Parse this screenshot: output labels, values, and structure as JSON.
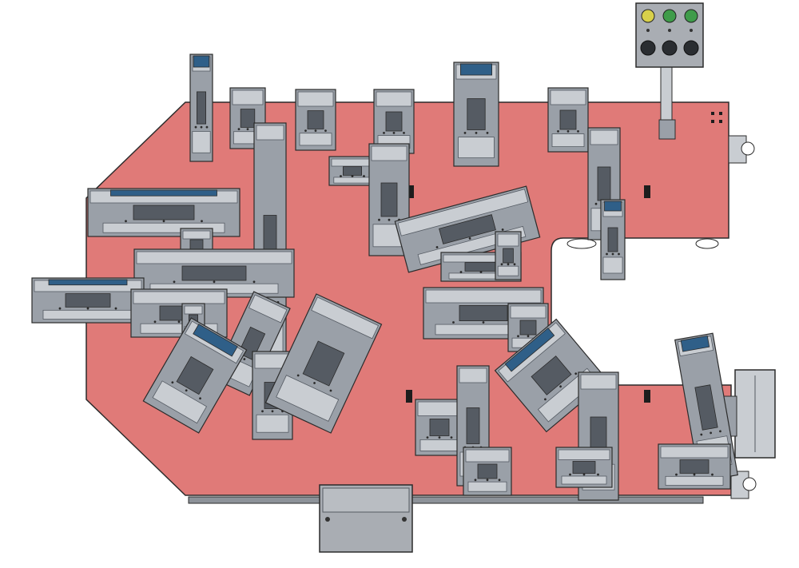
{
  "drawing": {
    "plate_label": "",
    "colors": {
      "plate": "#e07a78",
      "plate_edge": "#b85a58",
      "steel": "#9aa0a8",
      "steel_dark": "#555b63",
      "steel_light": "#c9cdd2",
      "clamp_blue": "#2f5f88",
      "lamp_yellow": "#d8d04a",
      "lamp_green": "#3f9c4a",
      "panel": "#a9adb3",
      "outline": "#2b2b2b"
    },
    "control_box": {
      "indicator_lights": [
        "yellow",
        "green",
        "green"
      ],
      "buttons": 3
    },
    "icons": [
      "control-panel-icon",
      "clamp-icon",
      "cylinder-icon",
      "locating-pin-icon"
    ]
  }
}
